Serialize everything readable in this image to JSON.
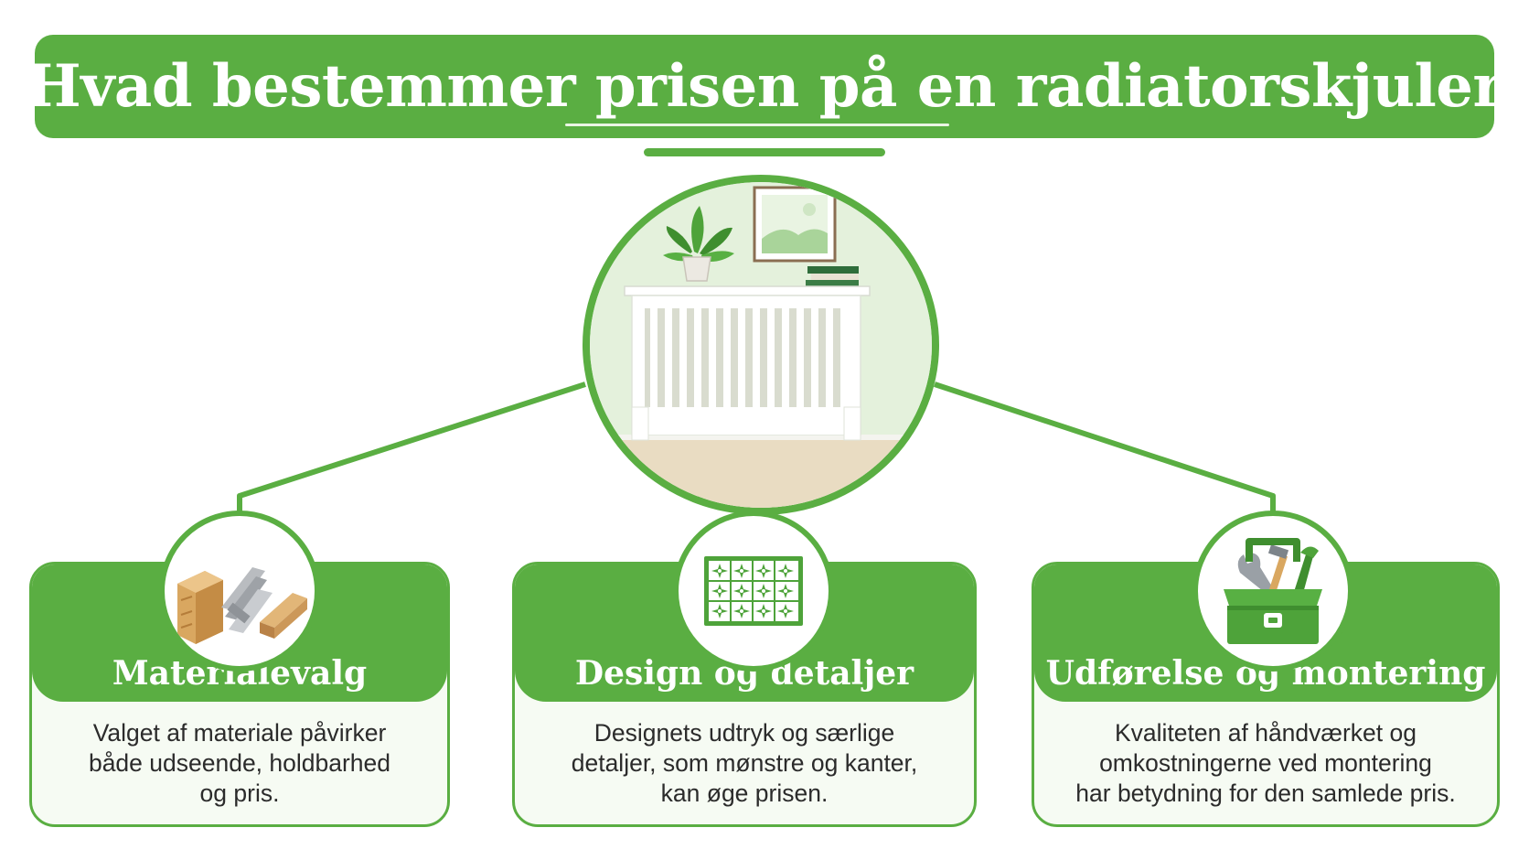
{
  "title": "Hvad bestemmer prisen på en radiatorskjuler",
  "hero": {
    "icon": "radiator-cover-illustration-icon"
  },
  "colors": {
    "primary": "#5aae42",
    "card_bg": "#f6fbf3",
    "text": "#2b2b2b"
  },
  "cards": [
    {
      "title": "Materialevalg",
      "icon": "materials-icon",
      "lines": [
        "Valget af materiale påvirker",
        "både udseende, holdbarhed",
        "og pris."
      ]
    },
    {
      "title": "Design og detaljer",
      "icon": "pattern-panel-icon",
      "lines": [
        "Designets udtryk og særlige",
        "detaljer, som mønstre og kanter,",
        "kan øge prisen."
      ]
    },
    {
      "title": "Udførelse og montering",
      "icon": "toolbox-icon",
      "lines": [
        "Kvaliteten af håndværket og",
        "omkostningerne ved montering",
        "har betydning for den samlede pris."
      ]
    }
  ]
}
